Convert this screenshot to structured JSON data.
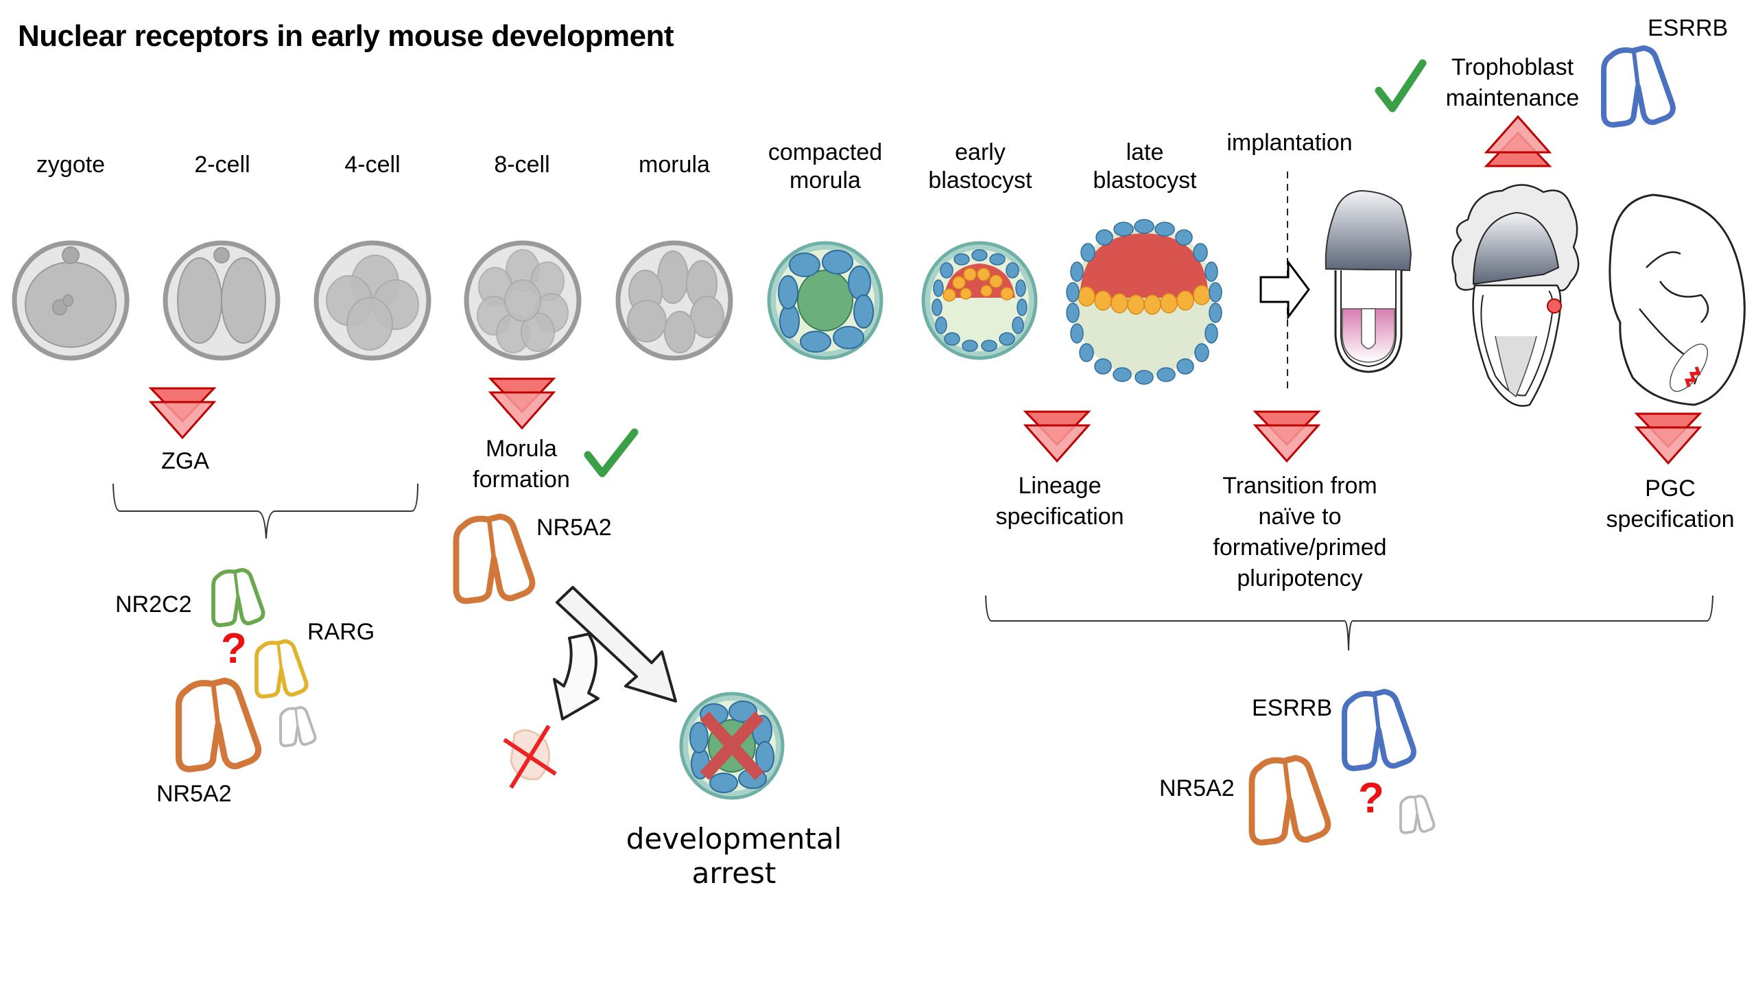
{
  "title": "Nuclear receptors in early mouse development",
  "stages": [
    {
      "id": "zygote",
      "label": "zygote"
    },
    {
      "id": "2-cell",
      "label": "2-cell"
    },
    {
      "id": "4-cell",
      "label": "4-cell"
    },
    {
      "id": "8-cell",
      "label": "8-cell"
    },
    {
      "id": "morula",
      "label": "morula"
    },
    {
      "id": "compacted-morula",
      "label": "compacted\nmorula"
    },
    {
      "id": "early-blastocyst",
      "label": "early\nblastocyst"
    },
    {
      "id": "late-blastocyst",
      "label": "late\nblastocyst"
    }
  ],
  "implantation_label": "implantation",
  "events": {
    "zga": "ZGA",
    "morula_formation": "Morula\nformation",
    "lineage_specification": "Lineage\nspecification",
    "transition": "Transition from\nnaïve to\nformative/primed\npluripotency",
    "pgc_specification": "PGC\nspecification",
    "trophoblast_maintenance": "Trophoblast\nmaintenance"
  },
  "receptors": {
    "early_group": {
      "nr2c2": "NR2C2",
      "rarg": "RARG",
      "nr5a2": "NR5A2",
      "question": "?"
    },
    "morula_group": {
      "nr5a2": "NR5A2"
    },
    "late_group": {
      "esrrb": "ESRRB",
      "nr5a2": "NR5A2",
      "question": "?"
    },
    "trophoblast": {
      "esrrb": "ESRRB"
    }
  },
  "outcome": {
    "developmental_arrest": "developmental\narrest"
  },
  "colors": {
    "arrow_red": "#f05a5a",
    "arrow_red_dark": "#c00000",
    "check_green": "#3aa045",
    "nr5a2_orange": "#d2773a",
    "nr2c2_green": "#6aa84f",
    "rarg_yellow": "#e2b22a",
    "esrrb_blue": "#4a72c0",
    "unknown_gray": "#b8b8b8",
    "icm_red": "#d9534f",
    "pe_orange": "#f6b13a",
    "te_blue": "#5d9ec9",
    "zona_teal": "#7fbab0"
  }
}
